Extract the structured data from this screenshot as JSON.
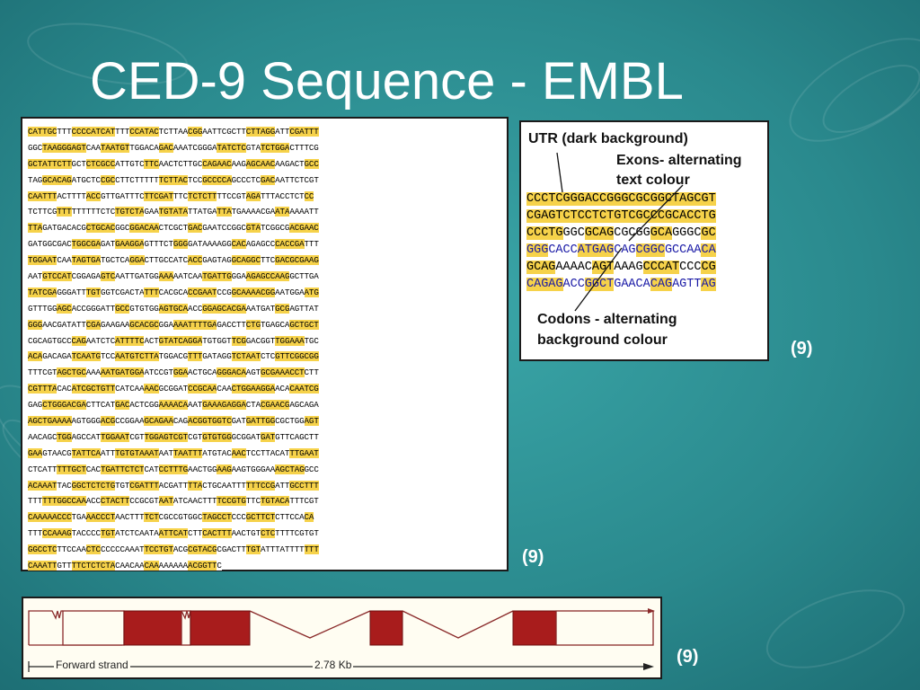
{
  "slide": {
    "title": "CED-9 Sequence - EMBL"
  },
  "sequence_panel": {
    "lines": [
      "CATTGCTTTCCCCATCATTTTCCATACTCTTAACGGAATTCGCTTCTTAGGATTCGATTT",
      "GGCTAAGGGAGTCAATAATGTTGGACAGACAAATCGGGATATCTCGTATCTGGACTTTCG",
      "GCTATTCTTGCTCTCGCCATTGTCTTCAACTCTTGCCAGAACAAGAGCAACAAGACTGCC",
      "TAGGCACAGATGCTCCGCCTTCTTTTTTCTTACTCCGCCCCAGCCCTCGACAATTCTCGT",
      "CAATTTACTTTTACCGTTGATTTCTTCGATTTCTCTCTTTTCCGTAGATTTACCTCTCC",
      "TCTTCGTTTTTTTTTCTCTGTCTAGAATGTATATTATGATTATGAAAACGAATAAAAATT",
      "TTAGATGACACGCTGCACGGCGGACAACTCGCTGACGAATCCGGCGTATCGGCGACGAAC",
      "GATGGCGACTGGCGAGATGAAGGAGTTTCTGGGGATAAAAGGCACAGAGCCCACCGATTT",
      "TGGAATCAATAGTGATGCTCAGGACTTGCCATCACCGAGTAGGCAGGCTTCGACGCGAAG",
      "AATGTCCATCGGAGAGTCAATTGATGGAAAAATCAATGATTGGGAAGAGCCAAGGCTTGA",
      "TATCGAGGGATTTGTGGTCGACTATTTCACGCACCGAATCCGGCAAAACGGAATGGAATG",
      "GTTTGGAGCACCGGGATTGCCGTGTGGAGTGCAACCGGAGCACGAAATGATGCGAGTTAT",
      "GGGAACGATATTCGAGAAGAAGCACGCGGAAAATTTTGAGACCTTCTGTGAGCAGCTGCT",
      "CGCAGTGCCCAGAATCTCATTTTCACTGTATCAGGATGTGGTTCGGACGGTTGGAAATGC",
      "ACAGACAGATCAATGTCCAATGTCTTATGGACGTTTGATAGGTCTAATCTCGTTCGGCGG",
      "TTTCGTAGCTGCAAAAATGATGGAATCCGTGGAACTGCAGGGACAAGTGCGAAACCTCTT",
      "CGTTTACACATCGCTGTTCATCAAAACGCGGATCCGCAACAACTGGAAGGAACACAATCG",
      "GAGCTGGGACGACTTCATGACACTCGGAAAACAAATGAAAGAGGACTACGAACGAGCAGA",
      "AGCTGAAAAAGTGGGACGCCGGAAGCAGAACAGACGGTGGTCGATGATTGGCGCTGGAGT",
      "AACAGCTGGAGCCATTGGAATCGTTGGAGTCGTCGTGTGTGGGCGGATGATGTTCAGCTT",
      "GAAGTAACGTATTCAATTTGTGTAAATAATTAATTTATGTACAACTCCTTACATTTGAAT",
      "CTCATTTTTGCTCACTGATTCTCTCATCCTTTGAACTGGAAGAAGTGGGAAAGCTAGGCC",
      "ACAAATTACGGCTCTCTGTGTCGATTTACGATTTTACTGCAATTTTTTCCGATTGCCTTT",
      "TTTTTTGGCCAAACCCTACTTCCGCGTAATATCAACTTTTCCGTGTTCTGTACATTTCGT",
      "CAAAAACCCTGAAACCCTAACTTTTCTCGCCGTGGCTAGCCTCCCGCTTCTCTTCCACA",
      "TTTCCAAAGTACCCCTGTATCTCAATAATTCATCTTCACTTTAACTGTCTCTTTTCGTGT",
      "GGCCTCTTCCAACTCCCCCCAAATTCCTGTACGCGTACGCGACTTTGTATTTATTTTTTT",
      "CAAATTGTTTTCTCTCTACAACAACAAAAAAAAACGGTTC"
    ]
  },
  "legend_panel": {
    "utr_label": "UTR (dark background)",
    "exons_label_line1": "Exons- alternating",
    "exons_label_line2": "text colour",
    "codons_label_line1": "Codons - alternating",
    "codons_label_line2": "background colour",
    "seq_lines": [
      "CCCTCGGGACCGGGCGCGGCTAGCGT",
      "CGAGTCTCCTCTGTCGCCCGCACCTG",
      "CCCTGGGCGCAGCGCGGGCAGGGCGC",
      "GGGCACCATGAGCAGCGGCGCCAACA",
      "GCAGAAAACAGTAAAGCCCATCCCCG",
      "CAGAGACCGGCTGAACACAGAGTTAG"
    ],
    "colors": {
      "exon_text_a": "#000000",
      "exon_text_b": "#1a1aa6",
      "codon_bg": "#f6d24a",
      "utr_bg": "#f6d24a"
    }
  },
  "gene_panel": {
    "forward_label": "Forward strand",
    "length_label": "2.78 Kb",
    "exon_color": "#a81c1c"
  },
  "references": {
    "ref_legend": "(9)",
    "ref_sequence": "(9)",
    "ref_gene": "(9)"
  },
  "theme": {
    "background": "#2b8a8f",
    "title_color": "#ffffff"
  }
}
